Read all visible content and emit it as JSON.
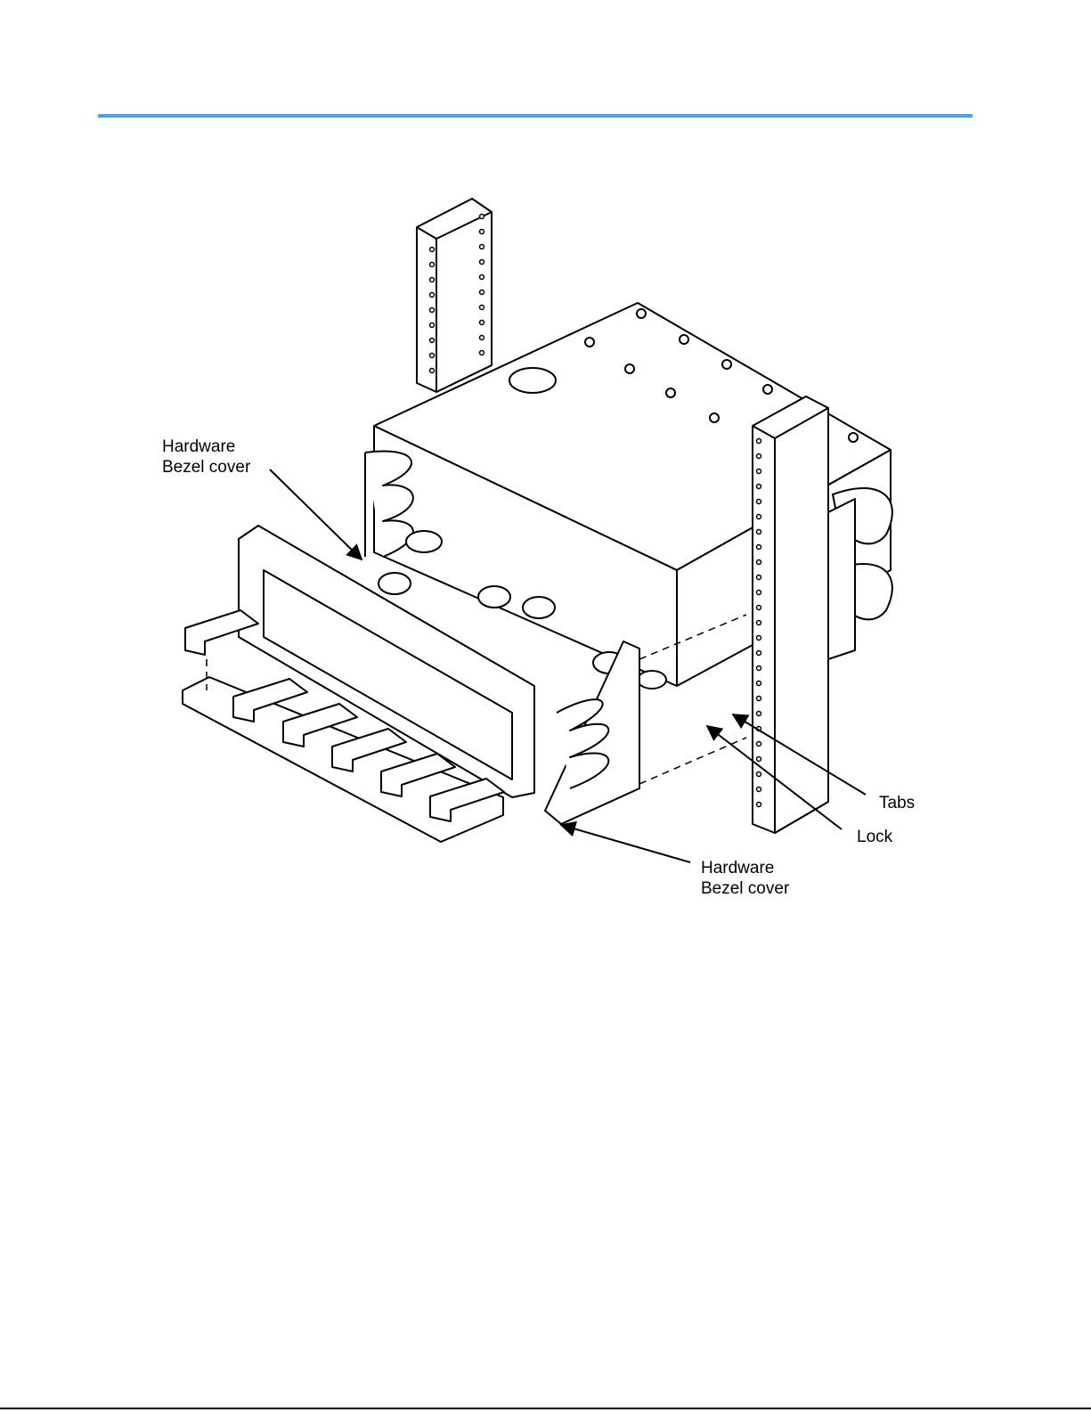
{
  "header": {
    "rule_color": "#4aa3df"
  },
  "figure": {
    "subject": "rack-mounted fiber enclosure with hardware bezel covers",
    "callouts": {
      "top_left_line1": "Hardware",
      "top_left_line2": "Bezel cover",
      "tabs": "Tabs",
      "lock": "Lock",
      "bottom_line1": "Hardware",
      "bottom_line2": "Bezel cover"
    }
  }
}
